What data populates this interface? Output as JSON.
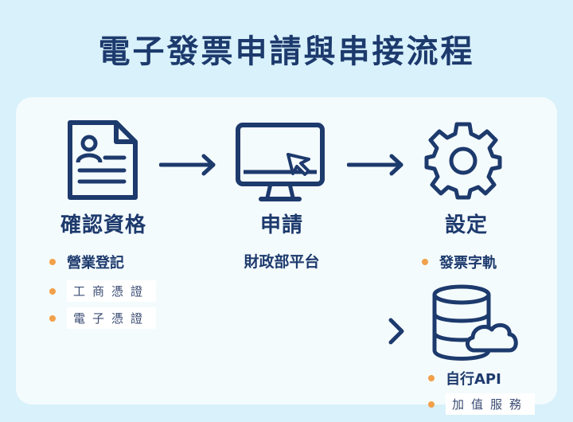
{
  "title": "電子發票申請與串接流程",
  "steps": [
    {
      "title": "確認資格",
      "icon": "document-person-icon",
      "items": [
        "營業登記",
        "工商憑證",
        "電子憑證"
      ]
    },
    {
      "title": "申請",
      "icon": "monitor-cursor-icon",
      "subtitle": "財政部平台"
    },
    {
      "title": "設定",
      "icon": "gear-icon",
      "items": [
        "發票字軌"
      ]
    },
    {
      "icon": "database-cloud-icon",
      "items": [
        "自行API",
        "加值服務"
      ]
    }
  ],
  "colors": {
    "background": "#d8f1fb",
    "panel": "#f4fbfd",
    "primary": "#1d3a6d",
    "bullet": "#f2a04a"
  }
}
